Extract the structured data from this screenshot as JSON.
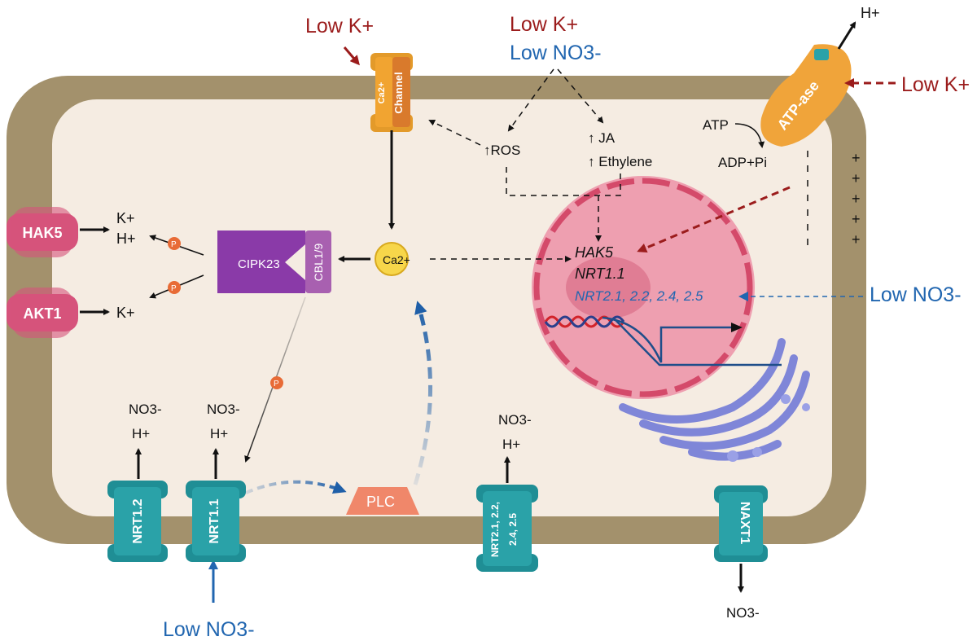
{
  "signals": {
    "low_k_top": "Low K+",
    "low_k_center": "Low K+",
    "low_no3_center": "Low NO3-",
    "low_k_right": "Low K+",
    "low_no3_right": "Low NO3-",
    "low_no3_bottom": "Low NO3-"
  },
  "channel": {
    "ca_label": "Ca2+",
    "channel_label": "Channel"
  },
  "atpase": {
    "label": "ATP-ase",
    "h_out": "H+",
    "atp": "ATP",
    "adp": "ADP+Pi",
    "plus_sign": "+"
  },
  "hormones": {
    "ros": "ROS",
    "ja": "JA",
    "ethylene": "Ethylene"
  },
  "kinase": {
    "cipk": "CIPK23",
    "cbl": "CBL1/9",
    "ca": "Ca2+",
    "p": "P"
  },
  "k_transport": {
    "hak5": "HAK5",
    "hak5_k": "K+",
    "hak5_h": "H+",
    "akt1": "AKT1",
    "akt1_k": "K+"
  },
  "nucleus": {
    "gene1": "HAK5",
    "gene2": "NRT1.1",
    "gene3": "NRT2.1, 2.2, 2.4, 2.5"
  },
  "nitrate_transport": {
    "nrt12": "NRT1.2",
    "nrt12_no3": "NO3-",
    "nrt12_h": "H+",
    "nrt11": "NRT1.1",
    "nrt11_no3": "NO3-",
    "nrt11_h": "H+",
    "plc": "PLC",
    "nrt2_line1": "NRT2.1, 2.2,",
    "nrt2_line2": "2.4, 2.5",
    "nrt2_no3": "NO3-",
    "nrt2_h": "H+",
    "naxt1": "NAXT1",
    "naxt1_no3": "NO3-"
  },
  "colors": {
    "cell_wall": "#a3916c",
    "cytoplasm": "#f5ece2",
    "nucleus": "#ee9fb0",
    "membrane_protein_teal": "#2aa2a8",
    "pink_protein": "#d6537c",
    "cipk": "#8a3aa8",
    "low_k_red": "#9b1c1c",
    "low_no3_blue": "#2166b0"
  }
}
